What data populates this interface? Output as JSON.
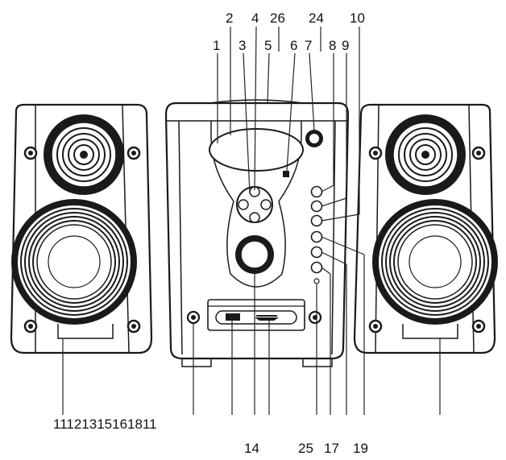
{
  "labels": {
    "top": [
      "2",
      "4",
      "26",
      "24",
      "10",
      "1",
      "3",
      "5",
      "6",
      "7",
      "8",
      "9"
    ],
    "bottom_left_sequence": "11121315161811",
    "bottom_14": "14",
    "bottom_25": "25",
    "bottom_17": "17",
    "bottom_19": "19"
  }
}
